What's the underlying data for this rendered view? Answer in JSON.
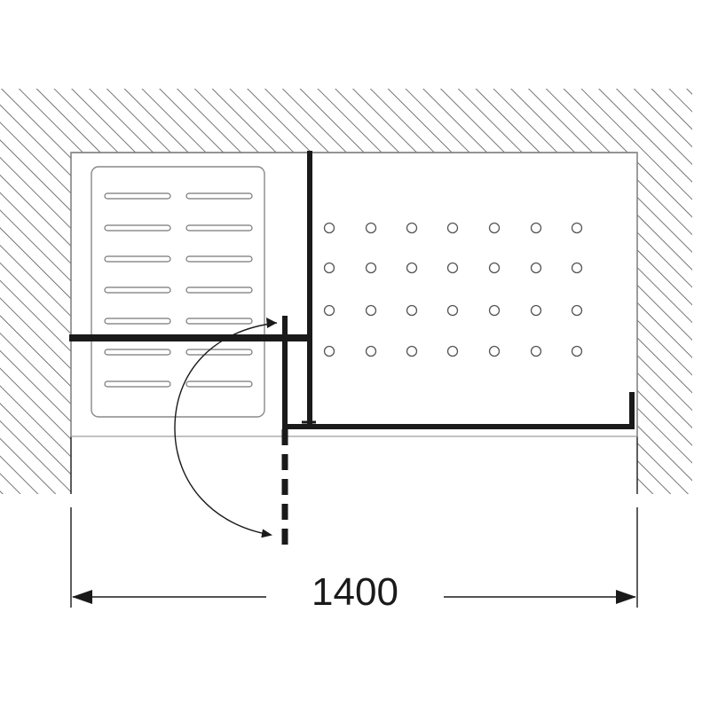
{
  "diagram": {
    "width_dimension": "1400",
    "colors": {
      "line": "#1a1a1a",
      "wall_hatch": "#555555",
      "tray_outline": "#888888",
      "background": "#ffffff"
    },
    "icons": {
      "tray": "shower-tray-slots",
      "enclosure": "shower-enclosure-dots",
      "swing": "door-swing-arrow"
    }
  }
}
